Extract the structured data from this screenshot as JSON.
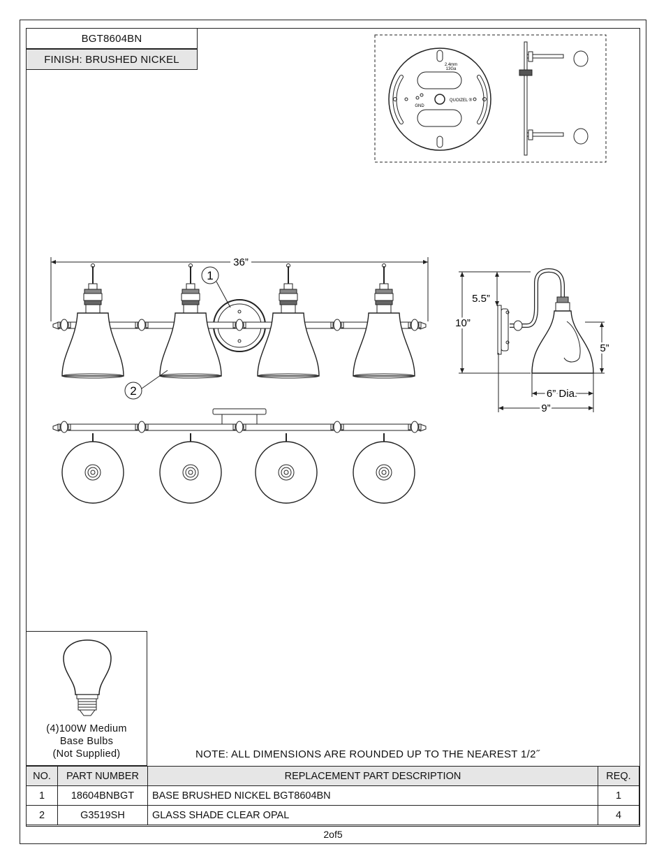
{
  "header": {
    "model": "BGT8604BN",
    "finish": "FINISH: BRUSHED NICKEL"
  },
  "mount_plate": {
    "gauge_mm": "2.4mm",
    "gauge_ga": "13Ga",
    "gnd": "GND",
    "brand": "QUOIZEL ®"
  },
  "front_view": {
    "width_label": "36”",
    "callout_1": "1",
    "callout_2": "2"
  },
  "side_view": {
    "arm_height": "5.5”",
    "total_height": "10”",
    "shade_height": "5”",
    "shade_dia": "6” Dia.",
    "extension": "9”"
  },
  "bulb": {
    "line1": "(4)100W Medium",
    "line2": "Base Bulbs",
    "line3": "(Not Supplied)"
  },
  "note": "NOTE:  ALL DIMENSIONS ARE ROUNDED UP TO THE NEAREST  1/2˝",
  "table": {
    "headers": [
      "NO.",
      "PART NUMBER",
      "REPLACEMENT PART DESCRIPTION",
      "REQ."
    ],
    "rows": [
      {
        "no": "1",
        "part": "18604BNBGT",
        "desc": "BASE BRUSHED NICKEL BGT8604BN",
        "req": "1"
      },
      {
        "no": "2",
        "part": "G3519SH",
        "desc": "GLASS SHADE CLEAR OPAL",
        "req": "4"
      }
    ]
  },
  "page": "2of5"
}
